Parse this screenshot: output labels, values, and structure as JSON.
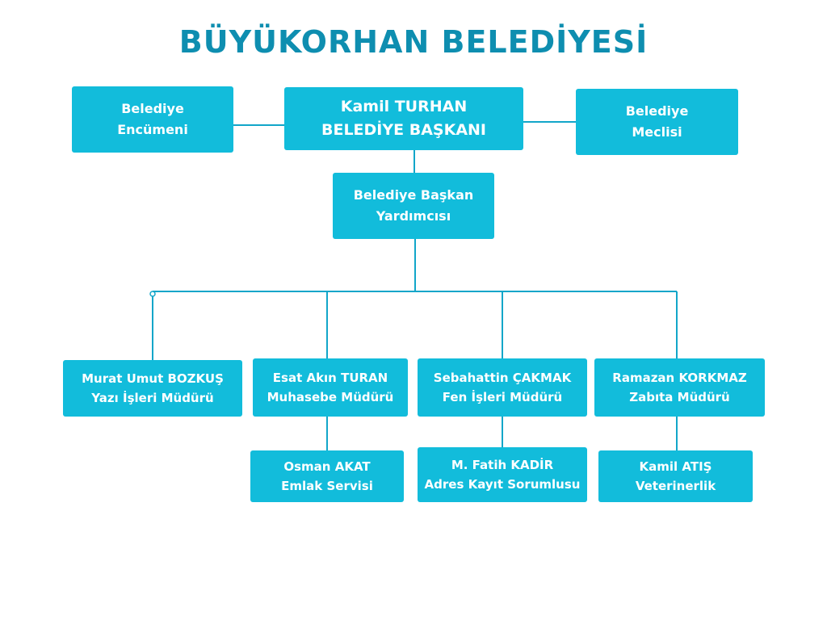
{
  "colors": {
    "box_fill": "#12bcdb",
    "title_text": "#0e8eb0",
    "connector": "#12a6c9",
    "box_text": "#ffffff"
  },
  "title": "BÜYÜKORHAN BELEDİYESİ",
  "nodes": {
    "encumen": {
      "line1": "Belediye",
      "line2": "Encümeni"
    },
    "baskan": {
      "line1": "Kamil TURHAN",
      "line2": "BELEDİYE BAŞKANI"
    },
    "meclis": {
      "line1": "Belediye",
      "line2": "Meclisi"
    },
    "yardimci": {
      "line1": "Belediye Başkan",
      "line2": "Yardımcısı"
    },
    "yazi_isleri": {
      "line1": "Murat Umut BOZKUŞ",
      "line2": "Yazı İşleri Müdürü"
    },
    "muhasebe": {
      "line1": "Esat Akın TURAN",
      "line2": "Muhasebe Müdürü"
    },
    "fen_isleri": {
      "line1": "Sebahattin ÇAKMAK",
      "line2": "Fen İşleri Müdürü"
    },
    "zabita": {
      "line1": "Ramazan KORKMAZ",
      "line2": "Zabıta Müdürü"
    },
    "emlak": {
      "line1": "Osman AKAT",
      "line2": "Emlak Servisi"
    },
    "adres": {
      "line1": "M. Fatih KADİR",
      "line2": "Adres Kayıt Sorumlusu"
    },
    "veteriner": {
      "line1": "Kamil ATIŞ",
      "line2": "Veterinerlik"
    }
  }
}
